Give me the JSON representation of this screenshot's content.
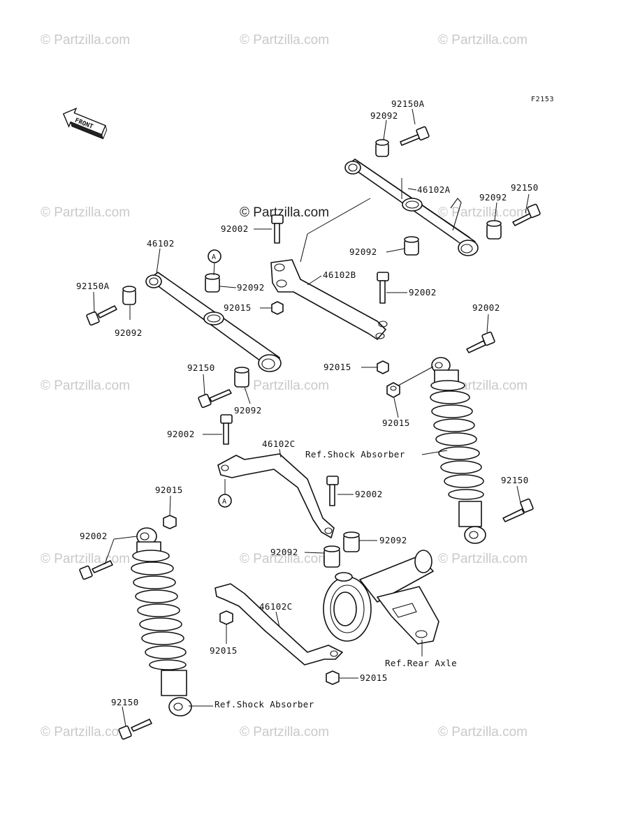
{
  "figure_code": "F2153",
  "front_arrow_text": "FRONT",
  "watermark": "© Partzilla.com",
  "center_watermark": "© Partzilla.com",
  "callout_marker": "A",
  "labels": {
    "p92150A_top": "92150A",
    "p92092_top": "92092",
    "p46102A": "46102A",
    "p92092_right": "92092",
    "p92150_right": "92150",
    "p92002_top": "92002",
    "p92092_mid": "92092",
    "p46102": "46102",
    "p92150A_left": "92150A",
    "p92092_left": "92092",
    "p92092_A": "92092",
    "p92015_A": "92015",
    "p46102B": "46102B",
    "p92002_B": "92002",
    "p92015_B": "92015",
    "p92150_mid": "92150",
    "p92092_mid2": "92092",
    "p92002_shockR": "92002",
    "p92015_shockR": "92015",
    "ref_shock_right": "Ref.Shock Absorber",
    "p92150_shockR": "92150",
    "p92002_rod": "92002",
    "p46102C_top": "46102C",
    "p92002_low": "92002",
    "p92092_axleL": "92092",
    "p92092_axleR": "92092",
    "p92015_shockL": "92015",
    "p92002_shockL": "92002",
    "p46102C_low": "46102C",
    "p92015_low": "92015",
    "ref_rear_axle": "Ref.Rear Axle",
    "p92015_bottom": "92015",
    "p92150_shockL": "92150",
    "ref_shock_left": "Ref.Shock Absorber"
  }
}
